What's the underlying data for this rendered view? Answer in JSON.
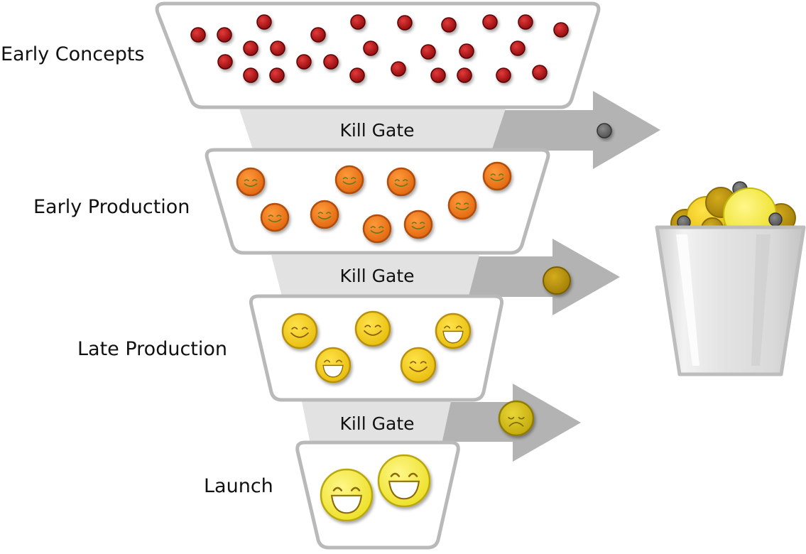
{
  "stages": [
    {
      "label": "Early Concepts"
    },
    {
      "label": "Early Production"
    },
    {
      "label": "Late Production"
    },
    {
      "label": "Launch"
    }
  ],
  "gates": [
    {
      "label": "Kill Gate"
    },
    {
      "label": "Kill Gate"
    },
    {
      "label": "Kill Gate"
    }
  ],
  "colors": {
    "funnel_stroke": "#b9b9b9",
    "gate_fill": "#e2e2e2",
    "arrow_fill": "#b3b3b3",
    "concept_dot": "#a80f12",
    "early_face": "#f07b1c",
    "late_face": "#f2ce19",
    "launch_face": "#f5ee4a",
    "rejected_gray": "#666666",
    "rejected_olive": "#b8930c",
    "rejected_sad": "#d8c311"
  },
  "icons": {
    "concept": "red-dot-icon",
    "early": "smiley-icon",
    "late": "laughing-face-icon",
    "launch": "laughing-face-icon",
    "rejected_launch": "sad-face-icon",
    "bin": "trash-bin-icon"
  }
}
